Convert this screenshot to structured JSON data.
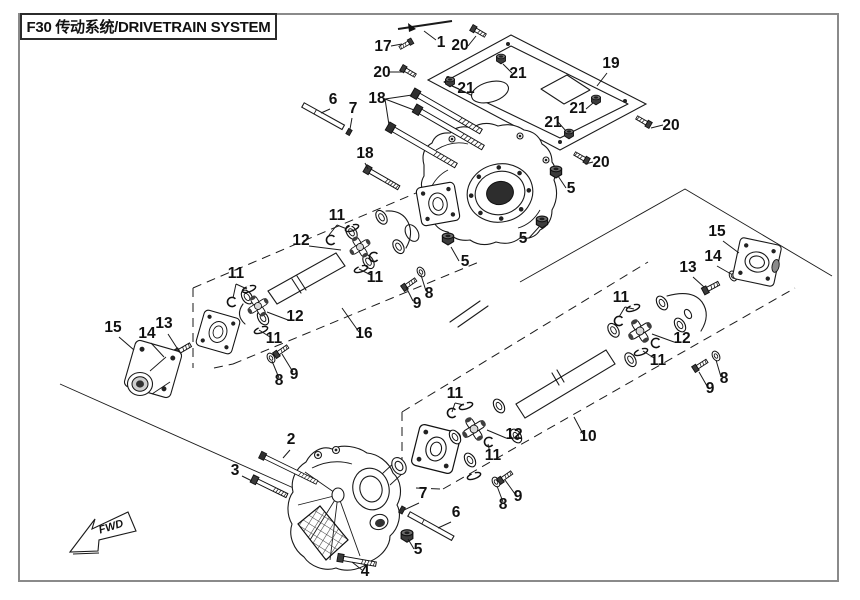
{
  "page": {
    "title": "F30 传动系统/DRIVETRAIN SYSTEM",
    "fwd_label": "FWD"
  },
  "callouts": {
    "n1": "1",
    "n2": "2",
    "n3": "3",
    "n4": "4",
    "n5": "5",
    "n6": "6",
    "n7": "7",
    "n8": "8",
    "n9": "9",
    "n10": "10",
    "n11": "11",
    "n12": "12",
    "n13": "13",
    "n14": "14",
    "n15": "15",
    "n16": "16",
    "n17": "17",
    "n18": "18",
    "n19": "19",
    "n20": "20",
    "n21": "21"
  },
  "colors": {
    "ink": "#1a1a1a",
    "frame_border": "#8a8a8a",
    "title_border": "#2b2b2b",
    "paper": "#ffffff",
    "hardware": "#3b3b3b"
  }
}
